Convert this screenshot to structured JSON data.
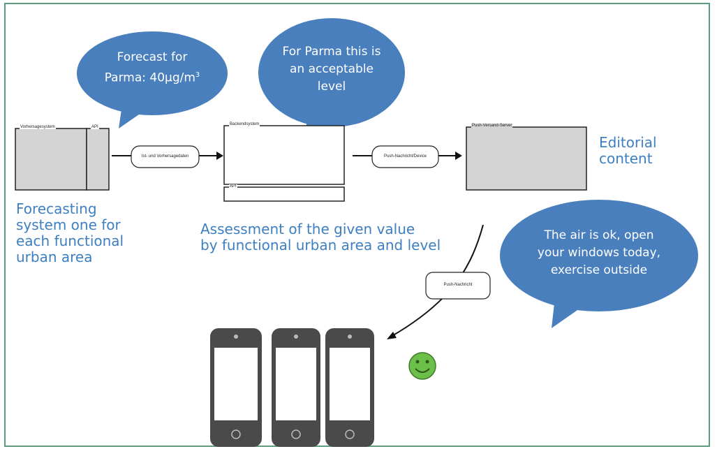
{
  "bubbles": {
    "forecast": {
      "line1": "Forecast for",
      "line2": "Parma: 40μg/m",
      "sup": "3"
    },
    "parma": {
      "line1": "For Parma this is",
      "line2": "an acceptable",
      "line3": "level"
    },
    "air": {
      "line1": "The air is ok, open",
      "line2": "your windows today,",
      "line3": "exercise outside"
    }
  },
  "boxes": {
    "forecasting_system": {
      "title": "Vorhersagesystem",
      "api": "API"
    },
    "backend": {
      "title": "Backendsystem",
      "api": "API"
    },
    "push_server": {
      "title": "Push-Versand-Server"
    }
  },
  "connectors": {
    "data": "Ist- und Vorhersagedaten",
    "push_device": "Push-Nachricht/Device",
    "push_msg": "Push-Nachricht"
  },
  "labels": {
    "forecasting": [
      "Forecasting",
      "system one for",
      "each functional",
      "urban area"
    ],
    "assessment": [
      "Assessment of the given value",
      "by functional urban area and level"
    ],
    "editorial": [
      "Editorial",
      "content"
    ]
  },
  "colors": {
    "bubble": "#4a7fbe",
    "label": "#3d7fc0",
    "frame": "#5f9b7e",
    "box_fill": "#d4d4d4",
    "smiley": "#6cc04a"
  }
}
